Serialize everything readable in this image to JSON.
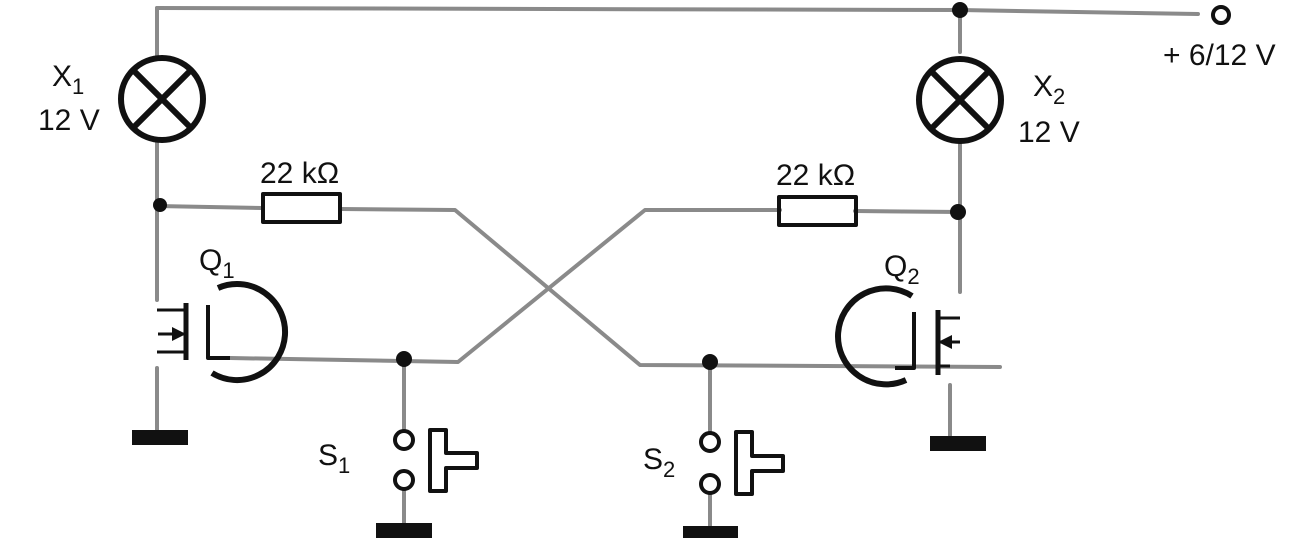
{
  "supply": {
    "label": "+ 6/12 V"
  },
  "lamps": [
    {
      "name": "X",
      "sub": "1",
      "rating": "12 V"
    },
    {
      "name": "X",
      "sub": "2",
      "rating": "12 V"
    }
  ],
  "resistors": [
    {
      "value": "22 kΩ"
    },
    {
      "value": "22 kΩ"
    }
  ],
  "transistors": [
    {
      "name": "Q",
      "sub": "1"
    },
    {
      "name": "Q",
      "sub": "2"
    }
  ],
  "switches": [
    {
      "name": "S",
      "sub": "1"
    },
    {
      "name": "S",
      "sub": "2"
    }
  ]
}
